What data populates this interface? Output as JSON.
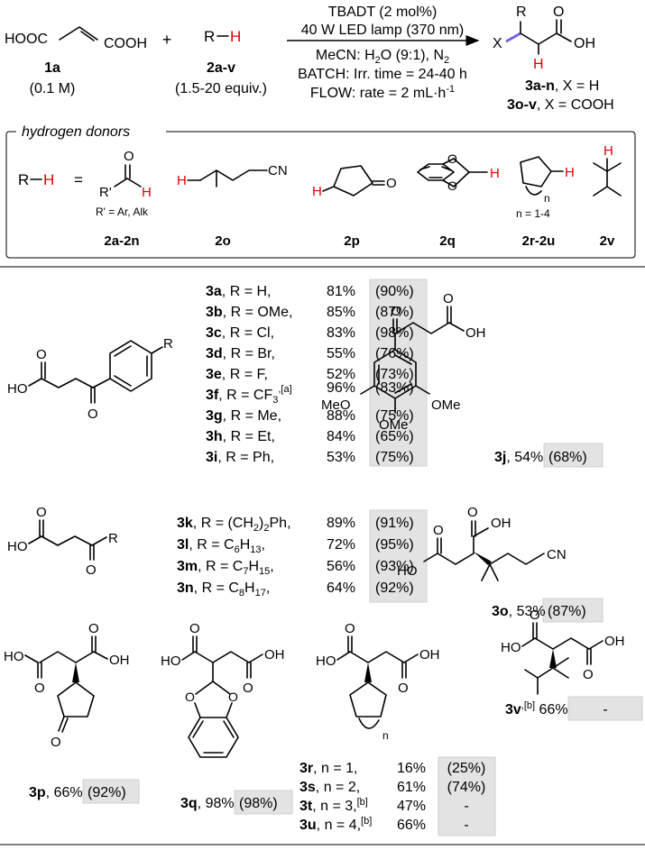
{
  "scheme": {
    "reactant1": {
      "formula_left": "HOOC",
      "formula_right": "COOH",
      "label": "1a",
      "conc": "(0.1 M)"
    },
    "plus": "+",
    "reactant2": {
      "r": "R",
      "h": "H",
      "label": "2a-v",
      "equiv": "(1.5-20 equiv.)"
    },
    "conditions_above": [
      "TBADT (2 mol%)",
      "40 W LED lamp (370 nm)"
    ],
    "conditions_below": {
      "solvent": "MeCN: H",
      "solvent_sub": "2",
      "solvent_rest": "O (9:1), N",
      "solvent_sub2": "2",
      "batch": "BATCH: Irr. time = 24-40 h",
      "flow": "FLOW: rate = 2 mL·h",
      "flow_sup": "-1"
    },
    "product": {
      "r": "R",
      "x": "X",
      "o": "O",
      "oh": "OH",
      "h": "H",
      "label1_bold": "3a-n",
      "label1_rest": ", X = H",
      "label2_bold": "3o-v",
      "label2_rest": ", X = COOH"
    }
  },
  "donors": {
    "heading": "hydrogen donors",
    "rh": "R",
    "rh_h": "H",
    "equals": "=",
    "aldehyde": {
      "o": "O",
      "r": "R'",
      "h": "H",
      "note": "R' = Ar, Alk"
    },
    "nitrile": {
      "h": "H",
      "cn": "CN"
    },
    "ketone": {
      "h": "H",
      "o": "=O"
    },
    "benzodioxole": {
      "h": "H"
    },
    "cycloalkane": {
      "h": "H",
      "n": "n",
      "note": "n = 1-4"
    },
    "alkane": {
      "h": "H"
    },
    "labels": [
      "2a-2n",
      "2o",
      "2p",
      "2q",
      "2r-2u",
      "2v"
    ]
  },
  "products_table1": [
    {
      "id": "3a",
      "r": ", R = H,",
      "sup": "",
      "y": "81%",
      "f": "(90%)"
    },
    {
      "id": "3b",
      "r": ", R = OMe,",
      "sup": "",
      "y": "85%",
      "f": "(87%)"
    },
    {
      "id": "3c",
      "r": ", R = Cl,",
      "sup": "",
      "y": "83%",
      "f": "(98%)"
    },
    {
      "id": "3d",
      "r": ", R = Br,",
      "sup": "",
      "y": "55%",
      "f": "(76%)"
    },
    {
      "id": "3e",
      "r": ", R = F,",
      "sup": "",
      "y": "52%",
      "f": "(73%)"
    },
    {
      "id": "3f",
      "r": ", R = CF",
      "sub": "3",
      "sup": ",[a]",
      "y": "96%",
      "f": "(83%)"
    },
    {
      "id": "3g",
      "r": ", R = Me,",
      "sup": "",
      "y": "88%",
      "f": "(75%)"
    },
    {
      "id": "3h",
      "r": ", R = Et,",
      "sup": "",
      "y": "84%",
      "f": "(65%)"
    },
    {
      "id": "3i",
      "r": ",  R = Ph,",
      "sup": "",
      "y": "53%",
      "f": "(75%)"
    }
  ],
  "products_table2": [
    {
      "id": "3k",
      "r": ",  R = (CH",
      "sub": "2",
      "rest": ")",
      "sub2": "2",
      "rest2": "Ph,",
      "y": "89%",
      "f": "(91%)"
    },
    {
      "id": "3l",
      "r": ",  R = C",
      "sub": "6",
      "rest": "H",
      "sub2": "13",
      "rest2": ",",
      "y": "72%",
      "f": "(95%)"
    },
    {
      "id": "3m",
      "r": ", R = C",
      "sub": "7",
      "rest": "H",
      "sub2": "15",
      "rest2": ",",
      "y": "56%",
      "f": "(93%)"
    },
    {
      "id": "3n",
      "r": ",  R = C",
      "sub": "8",
      "rest": "H",
      "sub2": "17",
      "rest2": ",",
      "y": "64%",
      "f": "(92%)"
    }
  ],
  "products_table3": [
    {
      "id": "3r",
      "r": ",  n = 1,",
      "sup": "",
      "y": "16%",
      "f": "(25%)"
    },
    {
      "id": "3s",
      "r": ",  n = 2,",
      "sup": "",
      "y": "61%",
      "f": "(74%)"
    },
    {
      "id": "3t",
      "r": ",  n = 3,",
      "sup": "[b]",
      "y": "47%",
      "f": "-"
    },
    {
      "id": "3u",
      "r": ",  n = 4,",
      "sup": "[b]",
      "y": "66%",
      "f": "-"
    }
  ],
  "structures": {
    "ho": "HO",
    "oh": "OH",
    "o": "O",
    "r": "R",
    "ome": "OMe",
    "meo": "MeO",
    "cn": "CN",
    "n": "n"
  },
  "singles": {
    "j": {
      "id": "3j",
      "y": ", 54%",
      "f": "(68%)"
    },
    "o": {
      "id": "3o",
      "y": ", 53%",
      "f": "(87%)"
    },
    "p": {
      "id": "3p",
      "y": ", 66%",
      "f": "(92%)"
    },
    "q": {
      "id": "3q",
      "y": ", 98%",
      "f": "(98%)"
    },
    "v": {
      "id": "3v",
      "sup": ",[b]",
      "y": " 66%",
      "f": "-"
    }
  }
}
